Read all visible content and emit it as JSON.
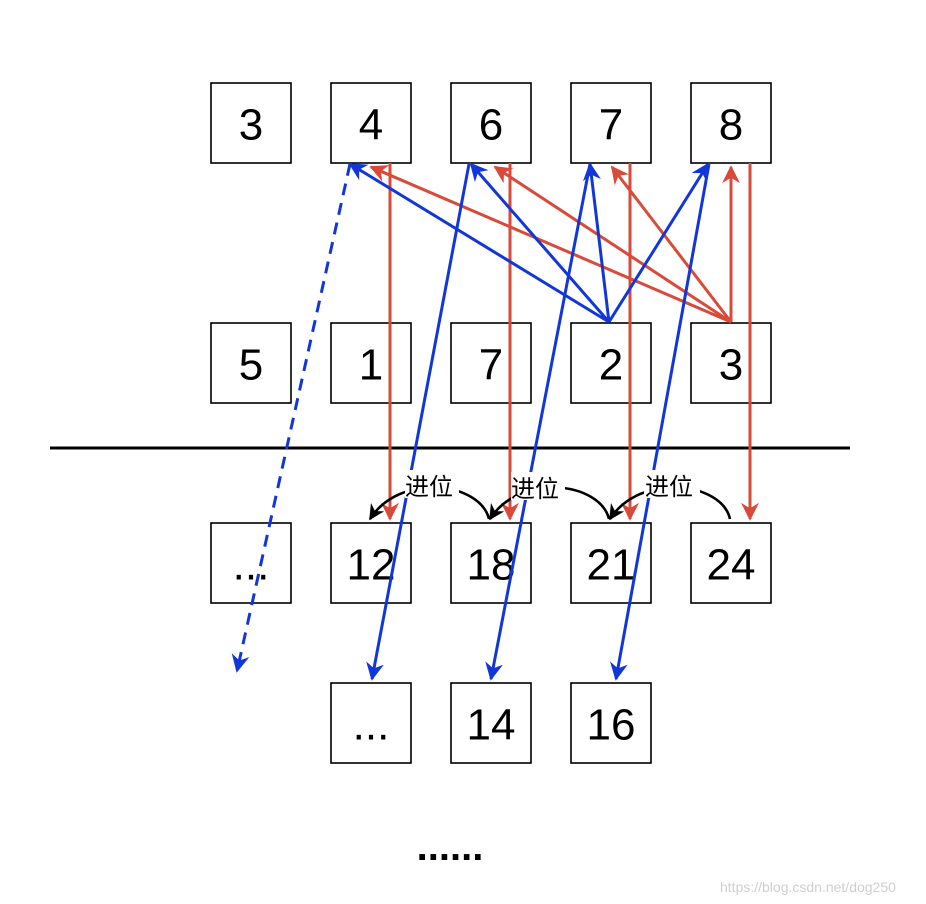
{
  "rows": {
    "multiplicand": [
      "3",
      "4",
      "6",
      "7",
      "8"
    ],
    "multiplier": [
      "5",
      "1",
      "7",
      "2",
      "3"
    ],
    "partial_sums": [
      "...",
      "12",
      "18",
      "21",
      "24"
    ],
    "next_partial": [
      "...",
      "14",
      "16"
    ]
  },
  "carry_label": "进位",
  "ellipsis": "......",
  "watermark": "https://blog.csdn.net/dog250",
  "colors": {
    "red_arrow": "#d94a3a",
    "blue_arrow": "#1237d8",
    "carry_arrow": "#000000",
    "divider": "#000000"
  }
}
